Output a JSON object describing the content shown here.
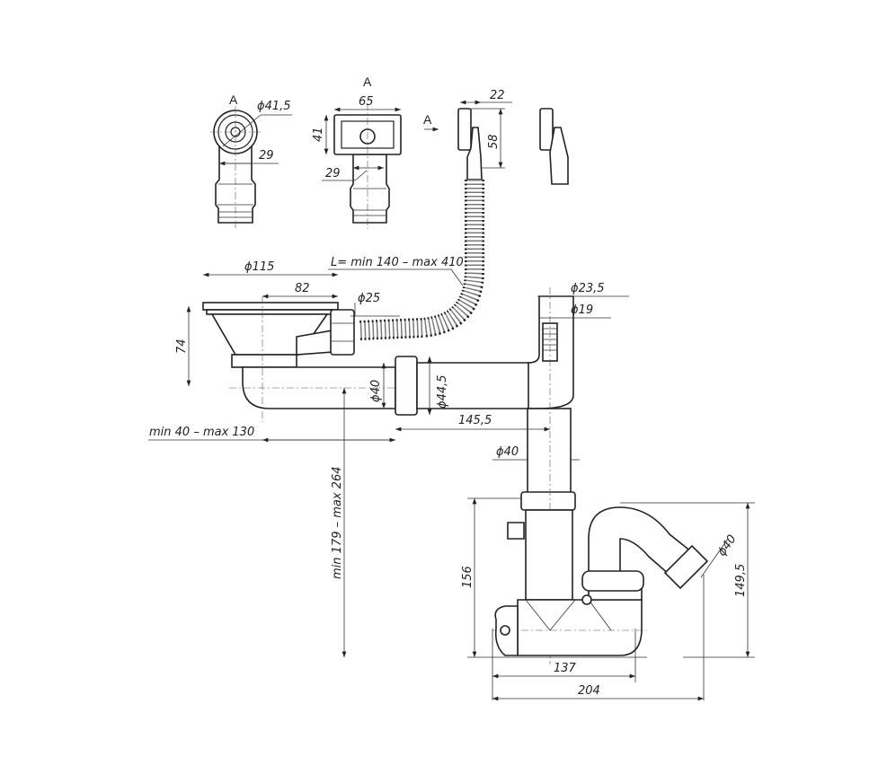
{
  "title": "Sink siphon technical drawing",
  "views": {
    "view_a_label": "A",
    "view_front_label": "A",
    "arrow_label": "A"
  },
  "dimensions": {
    "overflow_round_diameter": "ϕ41,5",
    "overflow_round_stem": "29",
    "overflow_rect_width": "65",
    "overflow_rect_height": "41",
    "overflow_rect_stem": "29",
    "overflow_side_depth": "22",
    "overflow_side_height": "58",
    "hose_length": "L= min 140 – max 410",
    "strainer_diameter": "ϕ115",
    "strainer_inner": "82",
    "overflow_pipe_diameter": "ϕ25",
    "strainer_height": "74",
    "outlet_pipe_diameter": "ϕ40",
    "coupling_diameter": "ϕ44,5",
    "appliance_outer": "ϕ23,5",
    "appliance_inner": "ϕ19",
    "horizontal_length": "145,5",
    "horizontal_adjust": "min 40 – max 130",
    "vertical_pipe_diameter": "ϕ40",
    "vertical_adjust": "min 179 – max 264",
    "trap_height": "156",
    "outlet_diameter": "ϕ40",
    "outlet_height": "149,5",
    "trap_width": "137",
    "total_width": "204"
  }
}
